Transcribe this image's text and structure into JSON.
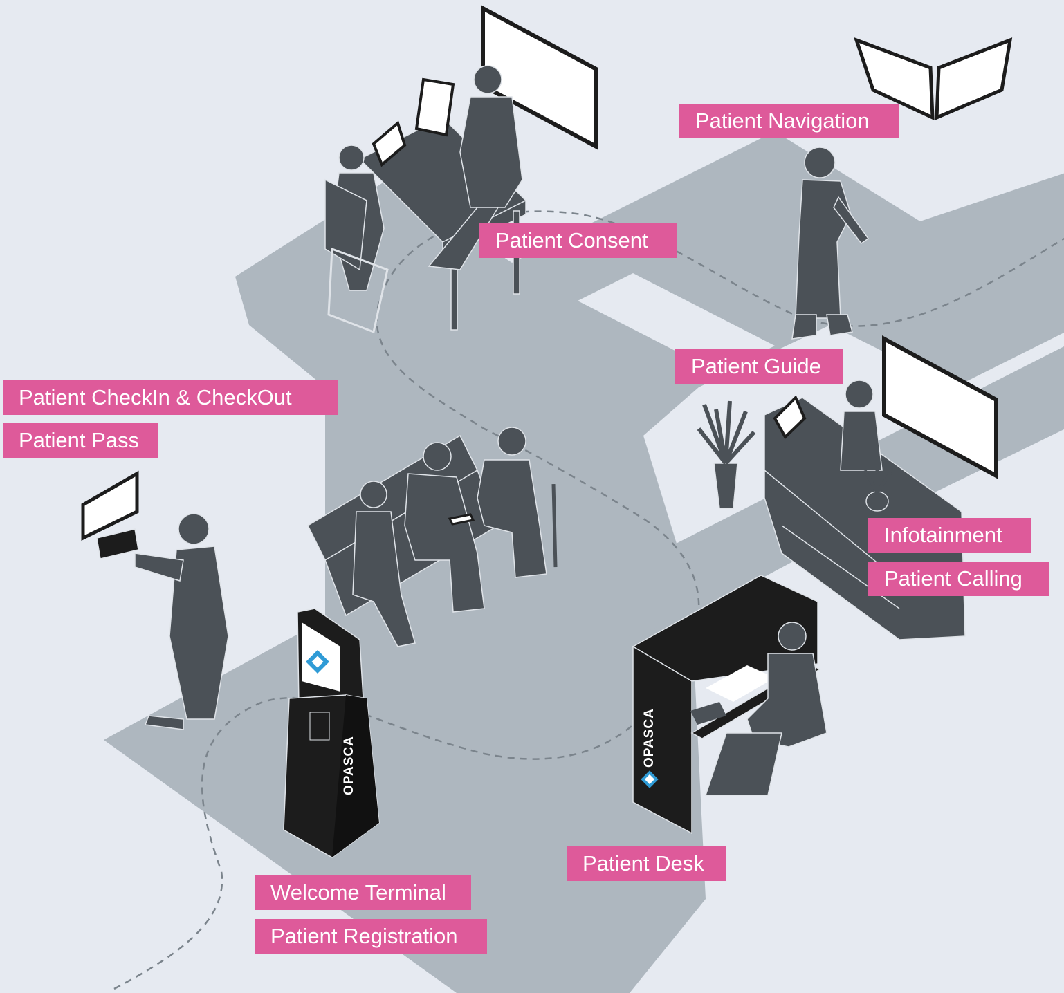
{
  "colors": {
    "background": "#e6eaf1",
    "floor": "#aeb7bf",
    "figure": "#4b5157",
    "terminal": "#1c1c1c",
    "label_bg": "#de5a9a",
    "brand_logo": "#2f9bd6",
    "path_dash": "#7b848c"
  },
  "labels": {
    "checkin": "Patient CheckIn & CheckOut",
    "pass": "Patient Pass",
    "consent": "Patient Consent",
    "navigation": "Patient Navigation",
    "guide": "Patient Guide",
    "infotainment": "Infotainment",
    "calling": "Patient Calling",
    "desk": "Patient Desk",
    "welcome": "Welcome Terminal",
    "registration": "Patient Registration"
  },
  "brand": {
    "kiosk": "OPASCA",
    "desk": "OPASCA"
  },
  "icons": [
    "opasca-logo-icon",
    "plant-icon",
    "tablet-icon",
    "display-screen-icon",
    "card-reader-icon"
  ]
}
